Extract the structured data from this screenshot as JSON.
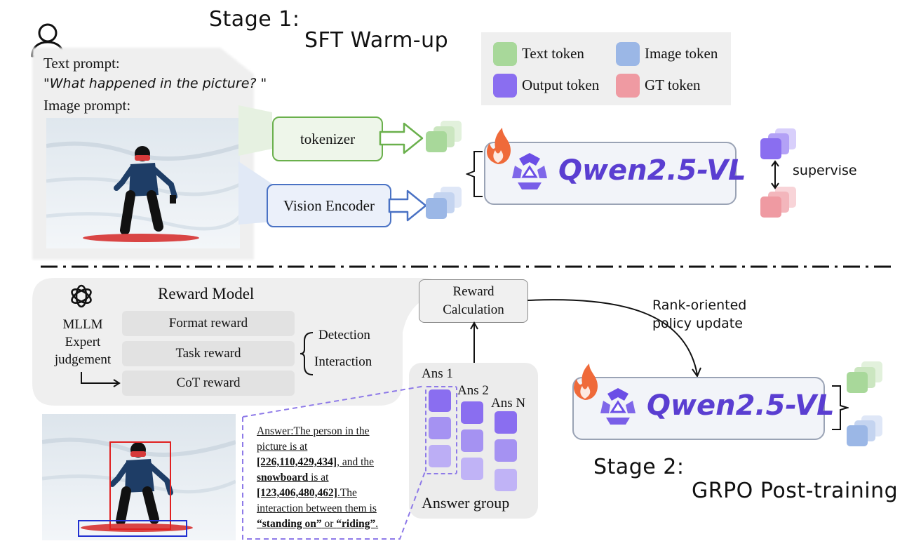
{
  "stage1": {
    "label": "Stage 1:",
    "subtitle": "SFT Warm-up"
  },
  "stage2": {
    "label": "Stage 2:",
    "subtitle": "GRPO Post-training"
  },
  "legend": {
    "items": [
      {
        "label": "Text token",
        "color": "#a8d89a"
      },
      {
        "label": "Image token",
        "color": "#9bb7e6"
      },
      {
        "label": "Output token",
        "color": "#8a6ef0"
      },
      {
        "label": "GT token",
        "color": "#ef9aa2"
      }
    ]
  },
  "prompt": {
    "text_prompt_label": "Text prompt:",
    "text_prompt_value": "\"What happened in the picture? \"",
    "image_prompt_label": "Image prompt:"
  },
  "encoders": {
    "tokenizer": "tokenizer",
    "vision_encoder": "Vision Encoder"
  },
  "model": {
    "name": "Qwen2.5-VL"
  },
  "supervise": "supervise",
  "reward_model": {
    "title": "Reward Model",
    "expert": "MLLM\nExpert\njudgement",
    "rows": [
      "Format reward",
      "Task reward",
      "CoT reward"
    ],
    "task_types": [
      "Detection",
      "Interaction"
    ]
  },
  "reward_calc": "Reward\nCalculation",
  "policy_update": "Rank-oriented\npolicy update",
  "answers": {
    "labels": [
      "Ans 1",
      "Ans 2",
      "Ans N"
    ],
    "group_label": "Answer group"
  },
  "answer_example": {
    "intro": "Answer:The person in the picture is at ",
    "person_box": "[226,110,429,434]",
    "mid1": ", and the ",
    "object": "snowboard",
    "mid2": " is at ",
    "object_box": "[123,406,480,462]",
    "mid3": ".The interaction between them is ",
    "rel1": "“standing on”",
    "mid4": " or ",
    "rel2": "“riding”",
    "end": "."
  },
  "colors": {
    "accent_purple": "#5a3ed1",
    "tokenizer_border": "#6ab04c",
    "vision_border": "#4a72c4",
    "dashed_purple": "#8e7ae8",
    "bbox_person": "#e02020",
    "bbox_board": "#2030d0",
    "flame": "#ef6a3a"
  }
}
